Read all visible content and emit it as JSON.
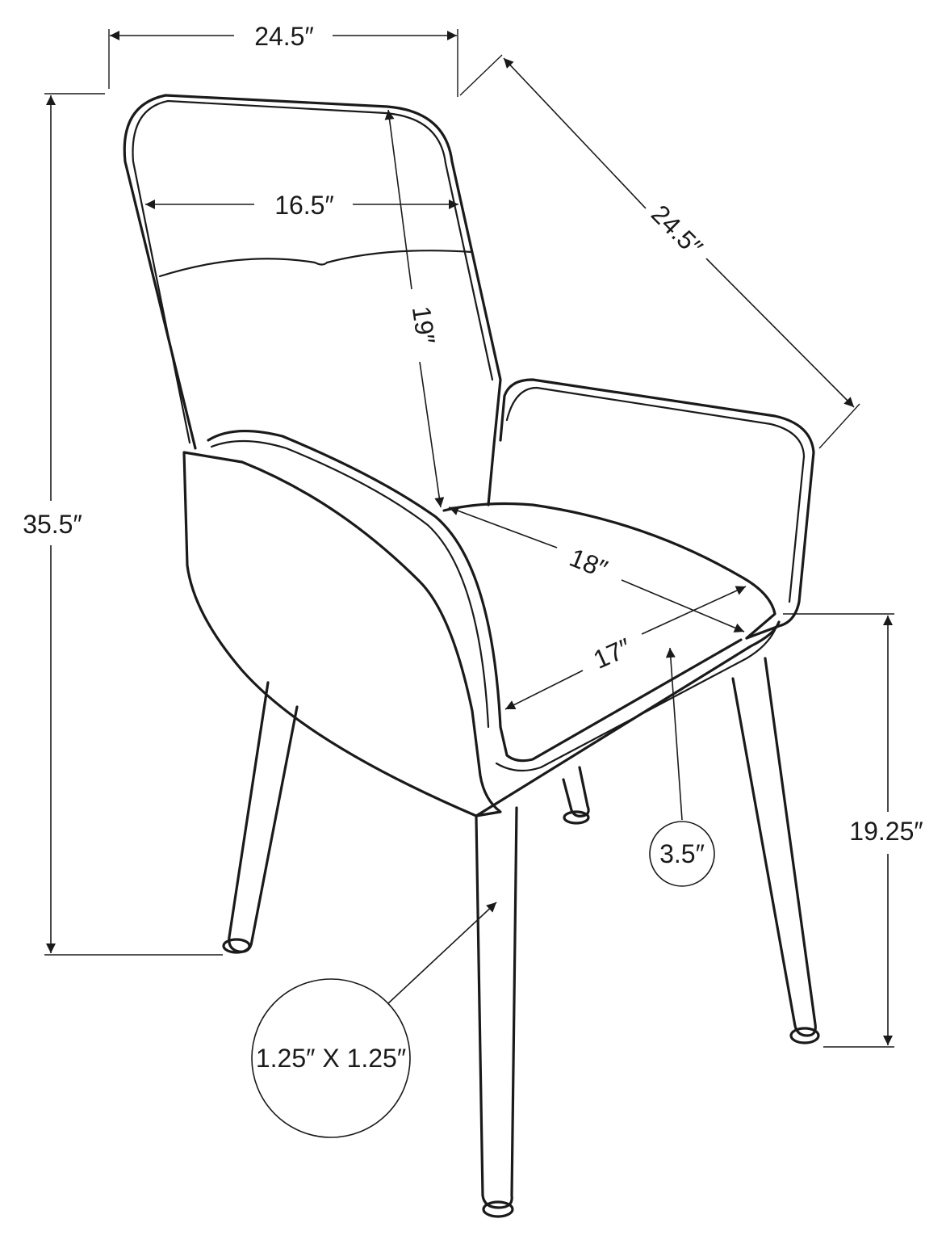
{
  "diagram": {
    "labels": {
      "top_width": "24.5″",
      "depth": "24.5″",
      "total_height": "35.5″",
      "back_width": "16.5″",
      "back_height": "19″",
      "seat_depth": "18″",
      "seat_width": "17″",
      "seat_thickness": "3.5″",
      "seat_height": "19.25″",
      "leg_size": "1.25″ X 1.25″"
    },
    "colors": {
      "line": "#1a1a1a",
      "background": "#ffffff"
    }
  }
}
